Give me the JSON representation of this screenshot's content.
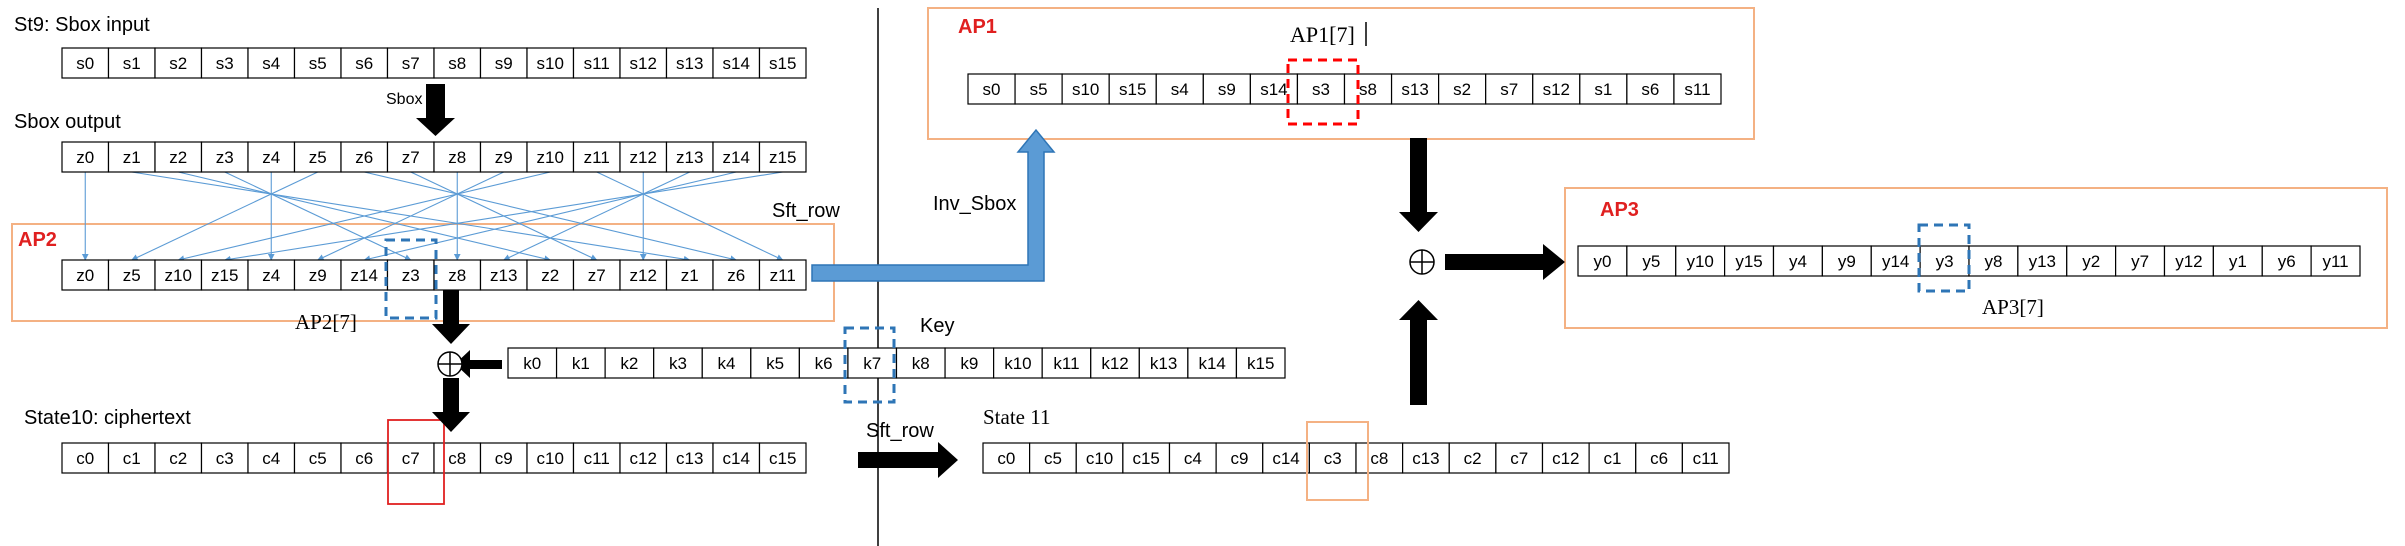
{
  "colors": {
    "apFrame": "#f4b183",
    "apLabel": "#e02020",
    "dashBlue": "#2e75b6",
    "dashRed": "#ff0000",
    "solidRed": "#e02020",
    "lines": "#5b9bd5",
    "arrow": "#000000",
    "cellBorder": "#000000"
  },
  "labels": {
    "st9": "St9: Sbox input",
    "sbox_output": "Sbox output",
    "sbox": "Sbox",
    "ap2": "AP2",
    "sft_row_top": "Sft_row",
    "ap2_7": "AP2[7]",
    "key": "Key",
    "state10": "State10: ciphertext",
    "sft_row_bottom": "Sft_row",
    "state11": "State 11",
    "inv_sbox": "Inv_Sbox",
    "ap1": "AP1",
    "ap1_7": "AP1[7]",
    "ap3": "AP3",
    "ap3_7": "AP3[7]",
    "xor": "⊕"
  },
  "rows": {
    "s_in": [
      "s0",
      "s1",
      "s2",
      "s3",
      "s4",
      "s5",
      "s6",
      "s7",
      "s8",
      "s9",
      "s10",
      "s11",
      "s12",
      "s13",
      "s14",
      "s15"
    ],
    "z_out": [
      "z0",
      "z1",
      "z2",
      "z3",
      "z4",
      "z5",
      "z6",
      "z7",
      "z8",
      "z9",
      "z10",
      "z11",
      "z12",
      "z13",
      "z14",
      "z15"
    ],
    "ap2": [
      "z0",
      "z5",
      "z10",
      "z15",
      "z4",
      "z9",
      "z14",
      "z3",
      "z8",
      "z13",
      "z2",
      "z7",
      "z12",
      "z1",
      "z6",
      "z11"
    ],
    "key": [
      "k0",
      "k1",
      "k2",
      "k3",
      "k4",
      "k5",
      "k6",
      "k7",
      "k8",
      "k9",
      "k10",
      "k11",
      "k12",
      "k13",
      "k14",
      "k15"
    ],
    "c": [
      "c0",
      "c1",
      "c2",
      "c3",
      "c4",
      "c5",
      "c6",
      "c7",
      "c8",
      "c9",
      "c10",
      "c11",
      "c12",
      "c13",
      "c14",
      "c15"
    ],
    "state11": [
      "c0",
      "c5",
      "c10",
      "c15",
      "c4",
      "c9",
      "c14",
      "c3",
      "c8",
      "c13",
      "c2",
      "c7",
      "c12",
      "c1",
      "c6",
      "c11"
    ],
    "ap1": [
      "s0",
      "s5",
      "s10",
      "s15",
      "s4",
      "s9",
      "s14",
      "s3",
      "s8",
      "s13",
      "s2",
      "s7",
      "s12",
      "s1",
      "s6",
      "s11"
    ],
    "ap3": [
      "y0",
      "y5",
      "y10",
      "y15",
      "y4",
      "y9",
      "y14",
      "y3",
      "y8",
      "y13",
      "y2",
      "y7",
      "y12",
      "y1",
      "y6",
      "y11"
    ]
  }
}
